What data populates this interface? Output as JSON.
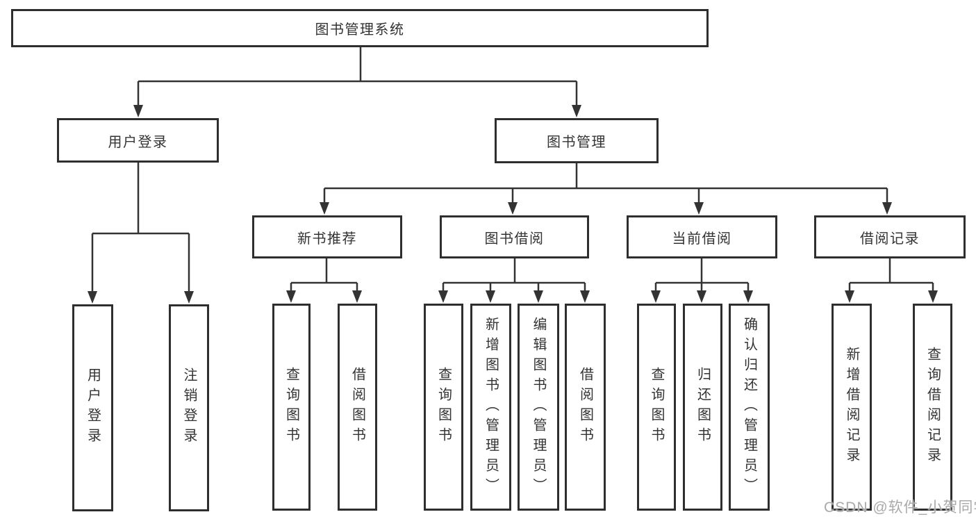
{
  "diagram": {
    "root": {
      "label": "图书管理系统"
    },
    "level2": [
      {
        "label": "用户登录"
      },
      {
        "label": "图书管理"
      }
    ],
    "user_login_children": [
      {
        "label": "用户登录"
      },
      {
        "label": "注销登录"
      }
    ],
    "modules": [
      {
        "label": "新书推荐",
        "children": [
          {
            "label": "查询图书"
          },
          {
            "label": "借阅图书"
          }
        ]
      },
      {
        "label": "图书借阅",
        "children": [
          {
            "label": "查询图书"
          },
          {
            "label": "新增图书（管理员）"
          },
          {
            "label": "编辑图书（管理员）"
          },
          {
            "label": "借阅图书"
          }
        ]
      },
      {
        "label": "当前借阅",
        "children": [
          {
            "label": "查询图书"
          },
          {
            "label": "归还图书"
          },
          {
            "label": "确认归还（管理员）"
          }
        ]
      },
      {
        "label": "借阅记录",
        "children": [
          {
            "label": "新增借阅记录"
          },
          {
            "label": "查询借阅记录"
          }
        ]
      }
    ]
  },
  "watermark": "CSDN @软件_小贺同学",
  "colors": {
    "line": "#333333",
    "box_border": "#2e2e2e",
    "box_fill": "#ffffff",
    "text": "#333333",
    "watermark": "#a9a9a9",
    "background": "#ffffff"
  }
}
